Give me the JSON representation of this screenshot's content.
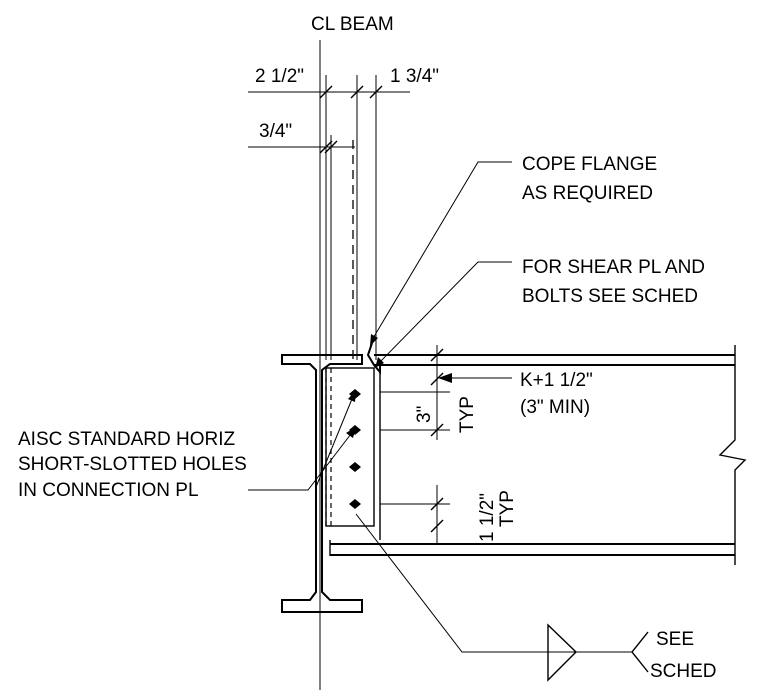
{
  "labels": {
    "cl_beam": "CL BEAM",
    "dim_2_1_2": "2 1/2\"",
    "dim_1_3_4": "1 3/4\"",
    "dim_3_4": "3/4\"",
    "cope_line1": "COPE FLANGE",
    "cope_line2": "AS REQUIRED",
    "shear_line1": "FOR SHEAR PL AND",
    "shear_line2": "BOLTS SEE SCHED",
    "k_dim": "K+1 1/2\"",
    "k_min": "(3\" MIN)",
    "dim_3": "3\"",
    "typ_1": "TYP",
    "dim_1_1_2": "1 1/2\"",
    "typ_2": "TYP",
    "aisc_line1": "AISC STANDARD HORIZ",
    "aisc_line2": "SHORT-SLOTTED HOLES",
    "aisc_line3": "IN CONNECTION PL",
    "see": "SEE",
    "sched": "SCHED"
  }
}
